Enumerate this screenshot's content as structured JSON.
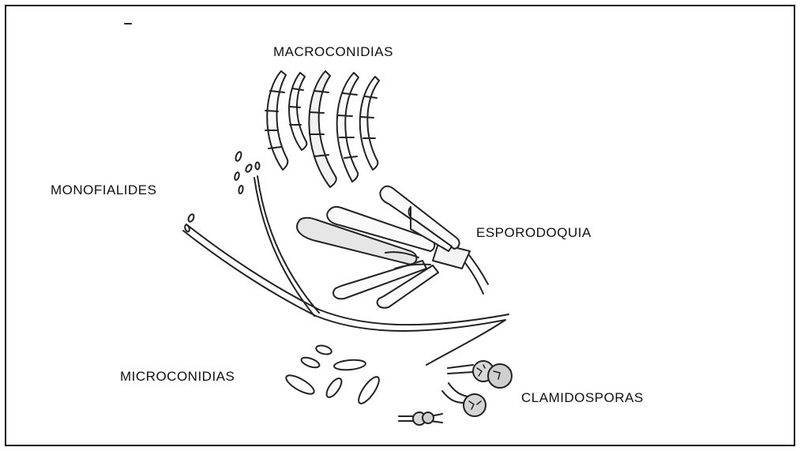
{
  "labels": {
    "macroconidias": "MACROCONIDIAS",
    "monofialides": "MONOFIALIDES",
    "esporodoquia": "ESPORODOQUIA",
    "microconidias": "MICROCONIDIAS",
    "clamidosporas": "CLAMIDOSPORAS"
  }
}
